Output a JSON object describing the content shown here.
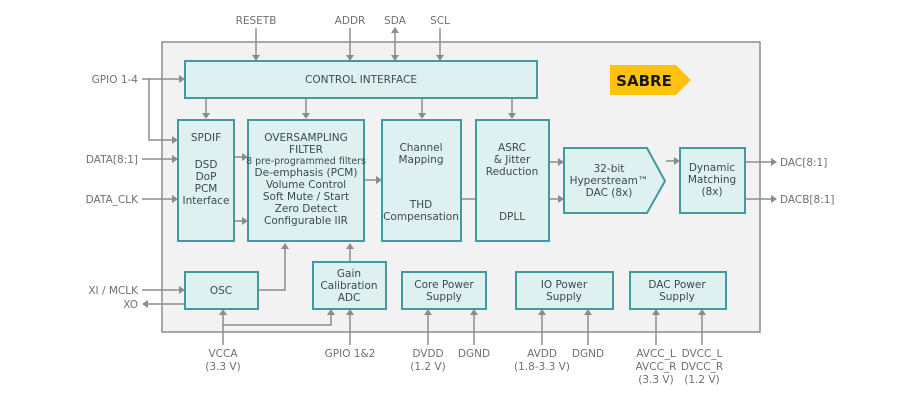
{
  "diagram": {
    "logo": "SABRE",
    "blocks": {
      "control_interface": "CONTROL INTERFACE",
      "spdif": [
        "SPDIF",
        "",
        "DSD",
        "DoP",
        "PCM",
        "Interface"
      ],
      "oversampling": [
        "OVERSAMPLING",
        "FILTER",
        "8 pre-programmed filters",
        "De-emphasis (PCM)",
        "Volume Control",
        "Soft Mute / Start",
        "Zero Detect",
        "Configurable IIR"
      ],
      "channel_mapping": [
        "Channel",
        "Mapping"
      ],
      "thd": [
        "THD",
        "Compensation"
      ],
      "asrc": [
        "ASRC",
        "& Jitter",
        "Reduction"
      ],
      "dpll": "DPLL",
      "dac": [
        "32-bit",
        "Hyperstream™",
        "DAC (8x)"
      ],
      "dynamic_matching": [
        "Dynamic",
        "Matching",
        "(8x)"
      ],
      "osc": "OSC",
      "gain_cal": [
        "Gain",
        "Calibration",
        "ADC"
      ],
      "core_power": [
        "Core Power",
        "Supply"
      ],
      "io_power": [
        "IO Power",
        "Supply"
      ],
      "dac_power": [
        "DAC Power",
        "Supply"
      ]
    },
    "pins": {
      "top": [
        "RESETB",
        "ADDR",
        "SDA",
        "SCL"
      ],
      "left": [
        "GPIO 1-4",
        "DATA[8:1]",
        "DATA_CLK",
        "XI / MCLK",
        "XO"
      ],
      "right": [
        "DAC[8:1]",
        "DACB[8:1]"
      ],
      "bottom": {
        "vcca": [
          "VCCA",
          "(3.3 V)"
        ],
        "gpio12": [
          "GPIO 1&2"
        ],
        "dvdd": [
          "DVDD",
          "(1.2 V)"
        ],
        "dgnd1": [
          "DGND"
        ],
        "avdd": [
          "AVDD",
          "(1.8-3.3 V)"
        ],
        "dgnd2": [
          "DGND"
        ],
        "avcc": [
          "AVCC_L",
          "AVCC_R",
          "(3.3 V)"
        ],
        "dvcc": [
          "DVCC_L",
          "DVCC_R",
          "(1.2 V)"
        ]
      }
    },
    "colors": {
      "block_fill": "#dff0f0",
      "block_border": "#3f9aa2",
      "chip_fill": "#f2f2f2",
      "wire": "#8c8c8c",
      "logo": "#ffc20e"
    }
  }
}
